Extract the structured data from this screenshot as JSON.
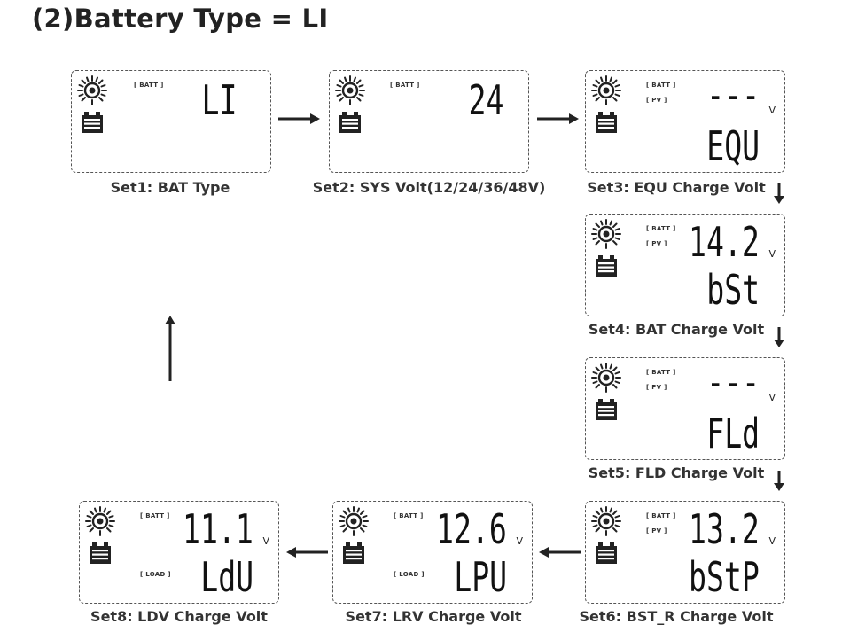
{
  "title": "(2)Battery Type = LI",
  "labels": {
    "batt": "[ BATT ]",
    "pv": "[ PV ]",
    "load": "[ LOAD ]",
    "unit_v": "V"
  },
  "panels": [
    {
      "caption": "Set1: BAT Type",
      "top_text": "LI",
      "bottom_text": "",
      "unit": false,
      "pv": false,
      "load": false
    },
    {
      "caption": "Set2: SYS Volt(12/24/36/48V)",
      "top_text": "24",
      "bottom_text": "",
      "unit": false,
      "pv": false,
      "load": false
    },
    {
      "caption": "Set3: EQU Charge Volt",
      "top_text": "---",
      "bottom_text": "EQU",
      "unit": true,
      "pv": true,
      "load": false
    },
    {
      "caption": "Set4: BAT Charge Volt",
      "top_text": "14.2",
      "bottom_text": "bSt",
      "unit": true,
      "pv": true,
      "load": false
    },
    {
      "caption": "Set5: FLD Charge Volt",
      "top_text": "---",
      "bottom_text": "FLd",
      "unit": true,
      "pv": true,
      "load": false
    },
    {
      "caption": "Set6: BST_R Charge Volt",
      "top_text": "13.2",
      "bottom_text": "bStP",
      "unit": true,
      "pv": true,
      "load": false
    },
    {
      "caption": "Set7: LRV Charge Volt",
      "top_text": "12.6",
      "bottom_text": "LPU",
      "unit": true,
      "pv": false,
      "load": true
    },
    {
      "caption": "Set8: LDV Charge Volt",
      "top_text": "11.1",
      "bottom_text": "LdU",
      "unit": true,
      "pv": false,
      "load": true
    }
  ]
}
